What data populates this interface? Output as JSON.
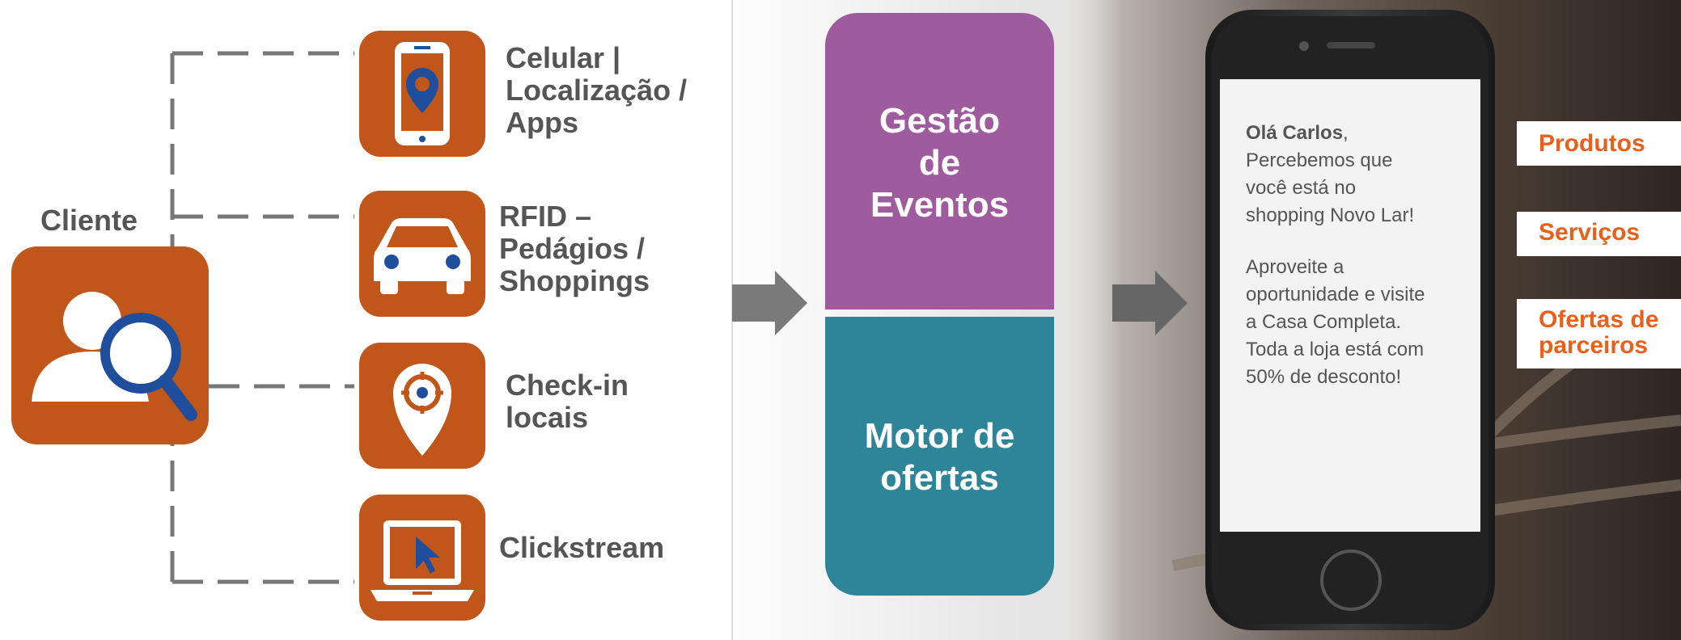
{
  "cliente_label": "Cliente",
  "channels": [
    {
      "label": "Celular |\nLocalização /\nApps",
      "icon": "smartphone-location-icon"
    },
    {
      "label": "RFID –\nPedágios /\nShoppings",
      "icon": "car-icon"
    },
    {
      "label": "Check-in\nlocais",
      "icon": "map-pin-icon"
    },
    {
      "label": "Clickstream",
      "icon": "laptop-cursor-icon"
    }
  ],
  "gestao_label": "Gestão\nde\nEventos",
  "motor_label": "Motor de\nofertas",
  "phone_message": {
    "greeting_name": "Olá Carlos",
    "greeting_rest": ",",
    "line1": "Percebemos que\nvocê está no\nshopping Novo Lar!",
    "line2": "Aproveite a\noportunidade e visite\na Casa Completa.\nToda a loja está com\n50% de desconto!"
  },
  "tabs": [
    "Produtos",
    "Serviços",
    "Ofertas de\nparceiros"
  ],
  "colors": {
    "icon_orange": "#c0561a",
    "icon_blue": "#1f4e9c",
    "gestao_purple": "#9e5b9d",
    "motor_teal": "#2e8598",
    "tab_orange": "#e8601c",
    "label_gray": "#555555"
  }
}
